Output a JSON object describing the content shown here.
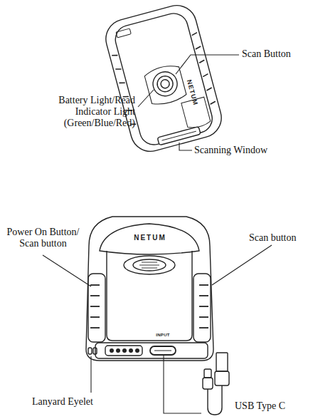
{
  "diagram": {
    "labels": [
      "Scan Button",
      "Battery Light/Read Indicator Light (Green/Blue/Red)",
      "NETUM",
      "Scanning Window",
      "Power On Button/ Scan button",
      "NETUM",
      "Scan button",
      "INPUT",
      "Lanyard Eyelet",
      "USB Type C"
    ]
  }
}
